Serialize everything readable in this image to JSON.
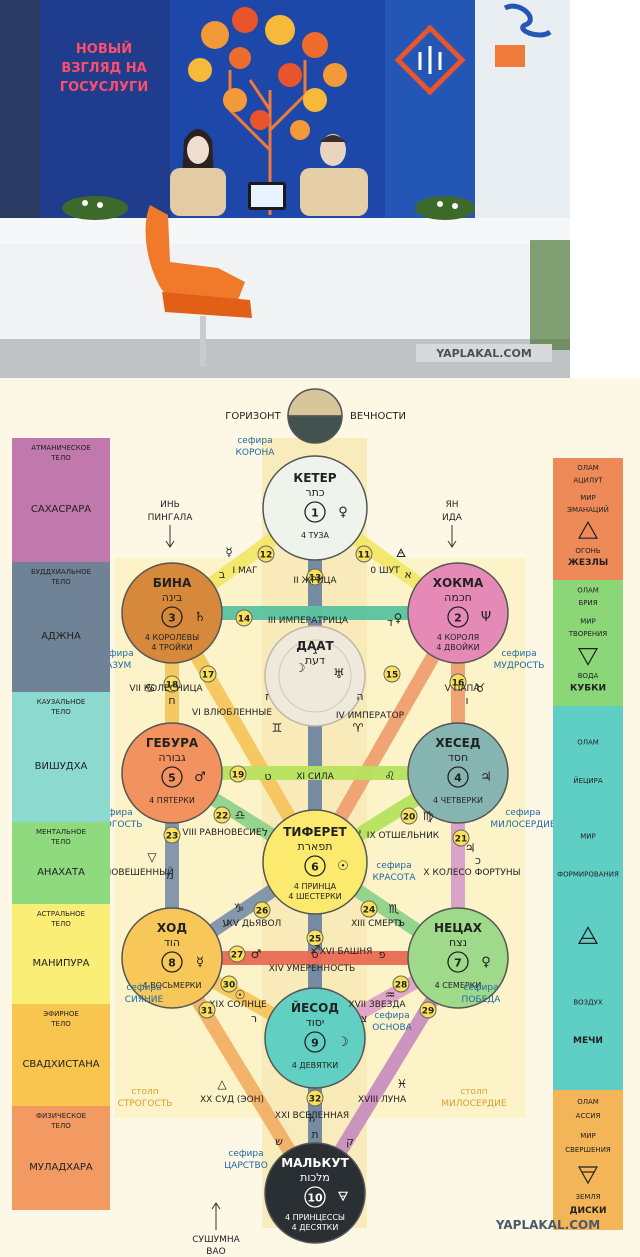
{
  "photo": {
    "banner_line1": "НОВЫЙ",
    "banner_line2": "ВЗГЛЯД НА",
    "banner_line3": "ГОСУСЛУГИ",
    "watermark": "YAPLAKAL.COM"
  },
  "diagram": {
    "horizon_left": "ГОРИЗОНТ",
    "horizon_right": "ВЕЧНОСТИ",
    "left_channel": {
      "l1": "ИНЬ",
      "l2": "ПИНГАЛА"
    },
    "right_channel": {
      "l1": "ЯН",
      "l2": "ИДА"
    },
    "bottom_channel": {
      "l1": "СУШУМНА",
      "l2": "ВАО"
    },
    "pillar_left": {
      "l1": "столп",
      "l2": "СТРОГОСТЬ"
    },
    "pillar_right": {
      "l1": "столп",
      "l2": "МИЛОСЕРДИЕ"
    },
    "watermark": "YAPLAKAL.COM",
    "colors": {
      "keter": "#eef4ec",
      "hokhma": "#e58ab6",
      "bina": "#d6883b",
      "daat": "#efe9dc",
      "hesed": "#86b5b1",
      "gevura": "#f2935f",
      "tiferet": "#fbea6d",
      "netzah": "#9fd98a",
      "hod": "#f7c859",
      "yesod": "#62cfc3",
      "malkut": "#2a2f34"
    },
    "left_bar": [
      {
        "line1": "АТМАНИЧЕСКОЕ",
        "line2": "ТЕЛО",
        "name": "САХАСРАРА",
        "color": "#c178ad"
      },
      {
        "line1": "БУДДХИАЛЬНОЕ",
        "line2": "ТЕЛО",
        "name": "АДЖНА",
        "color": "#6f8296"
      },
      {
        "line1": "КАУЗАЛЬНОЕ",
        "line2": "ТЕЛО",
        "name": "ВИШУДХА",
        "color": "#8cd9d0"
      },
      {
        "line1": "МЕНТАЛЬНОЕ",
        "line2": "ТЕЛО",
        "name": "АНАХАТА",
        "color": "#8fd97f"
      },
      {
        "line1": "АСТРАЛЬНОЕ",
        "line2": "ТЕЛО",
        "name": "МАНИПУРА",
        "color": "#fbee76"
      },
      {
        "line1": "ЭФИРНОЕ",
        "line2": "ТЕЛО",
        "name": "СВАДХИСТАНА",
        "color": "#f8c54f"
      },
      {
        "line1": "ФИЗИЧЕСКОЕ",
        "line2": "ТЕЛО",
        "name": "МУЛАДХАРА",
        "color": "#f39a63"
      }
    ],
    "right_bar": [
      {
        "olam": "ОЛАМ",
        "name": "АЦИЛУТ",
        "mir": "МИР",
        "world": "ЭМАНАЦИЙ",
        "element": "ОГОНЬ",
        "suit": "ЖЕЗЛЫ",
        "color": "#ee8a58"
      },
      {
        "olam": "ОЛАМ",
        "name": "БРИЯ",
        "mir": "МИР",
        "world": "ТВОРЕНИЯ",
        "element": "ВОДА",
        "suit": "КУБКИ",
        "color": "#8bd676"
      },
      {
        "olam": "ОЛАМ",
        "name": "ЙЕЦИРА",
        "mir": "МИР",
        "world": "ФОРМИРОВАНИЯ",
        "element": "ВОЗДУХ",
        "suit": "МЕЧИ",
        "color": "#5fcec4"
      },
      {
        "olam": "ОЛАМ",
        "name": "АССИЯ",
        "mir": "МИР",
        "world": "СВЕРШЕНИЯ",
        "element": "ЗЕМЛЯ",
        "suit": "ДИСКИ",
        "color": "#f3b557"
      }
    ],
    "sephirot": [
      {
        "key": "keter",
        "name": "КЕТЕР",
        "hebrew": "כתר",
        "num": "1",
        "sub1": "4 ТУЗА",
        "sub2": "",
        "glyph": "♀",
        "label1": "сефира",
        "label2": "КОРОНА"
      },
      {
        "key": "hokhma",
        "name": "ХОКМА",
        "hebrew": "חכמה",
        "num": "2",
        "sub1": "4 КОРОЛЯ",
        "sub2": "4 ДВОЙКИ",
        "glyph": "Ψ",
        "label1": "сефира",
        "label2": "МУДРОСТЬ"
      },
      {
        "key": "bina",
        "name": "БИНА",
        "hebrew": "בינה",
        "num": "3",
        "sub1": "4 КОРОЛЕВЫ",
        "sub2": "4 ТРОЙКИ",
        "glyph": "♄",
        "label1": "сефира",
        "label2": "РАЗУМ"
      },
      {
        "key": "daat",
        "name": "ДААТ",
        "hebrew": "דעת",
        "num": "",
        "sub1": "",
        "sub2": "",
        "glyph": "♅",
        "label1": "",
        "label2": ""
      },
      {
        "key": "hesed",
        "name": "ХЕСЕД",
        "hebrew": "חסד",
        "num": "4",
        "sub1": "4 ЧЕТВЕРКИ",
        "sub2": "",
        "glyph": "♃",
        "label1": "сефира",
        "label2": "МИЛОСЕРДИЕ"
      },
      {
        "key": "gevura",
        "name": "ГЕБУРА",
        "hebrew": "גבורה",
        "num": "5",
        "sub1": "4 ПЯТЕРКИ",
        "sub2": "",
        "glyph": "♂",
        "label1": "сефира",
        "label2": "СТРОГОСТЬ"
      },
      {
        "key": "tiferet",
        "name": "ТИФЕРЕТ",
        "hebrew": "תפארת",
        "num": "6",
        "sub1": "4 ПРИНЦА",
        "sub2": "4 ШЕСТЕРКИ",
        "glyph": "☉",
        "label1": "сефира",
        "label2": "КРАСОТА"
      },
      {
        "key": "netzah",
        "name": "НЕЦАХ",
        "hebrew": "נצח",
        "num": "7",
        "sub1": "4 СЕМЕРКИ",
        "sub2": "",
        "glyph": "♀",
        "label1": "сефира",
        "label2": "ПОБЕДА"
      },
      {
        "key": "hod",
        "name": "ХОД",
        "hebrew": "הוד",
        "num": "8",
        "sub1": "4 ВОСЬМЕРКИ",
        "sub2": "",
        "glyph": "☿",
        "label1": "сефира",
        "label2": "СИЯНИЕ"
      },
      {
        "key": "yesod",
        "name": "ЙЕСОД",
        "hebrew": "יסוד",
        "num": "9",
        "sub1": "4 ДЕВЯТКИ",
        "sub2": "",
        "glyph": "☽",
        "label1": "сефира",
        "label2": "ОСНОВА"
      },
      {
        "key": "malkut",
        "name": "МАЛЬКУТ",
        "hebrew": "מלכות",
        "num": "10",
        "sub1": "4 ПРИНЦЕССЫ",
        "sub2": "4 ДЕСЯТКИ",
        "glyph": "🜃",
        "label1": "сефира",
        "label2": "ЦАРСТВО"
      }
    ],
    "paths": [
      {
        "num": "11",
        "name": "0 ШУТ",
        "letter": "א",
        "sign": "🜁",
        "color": "#f2e86a"
      },
      {
        "num": "12",
        "name": "I МАГ",
        "letter": "ב",
        "sign": "☿",
        "color": "#f2e86a"
      },
      {
        "num": "13",
        "name": "II ЖРИЦА",
        "letter": "ג",
        "sign": "☽",
        "color": "#6e86a1"
      },
      {
        "num": "14",
        "name": "III ИМПЕРАТРИЦА",
        "letter": "ד",
        "sign": "♀",
        "color": "#59c3a0"
      },
      {
        "num": "15",
        "name": "IV ИМПЕРАТОР",
        "letter": "ה",
        "sign": "♈",
        "color": "#f0a070"
      },
      {
        "num": "16",
        "name": "V ПАПА",
        "letter": "ו",
        "sign": "♉",
        "color": "#f0a070"
      },
      {
        "num": "17",
        "name": "VI ВЛЮБЛЕННЫЕ",
        "letter": "ז",
        "sign": "♊",
        "color": "#f6c65c"
      },
      {
        "num": "18",
        "name": "VII КОЛЕСНИЦА",
        "letter": "ח",
        "sign": "♋",
        "color": "#f6c65c"
      },
      {
        "num": "19",
        "name": "XI СИЛА",
        "letter": "ט",
        "sign": "♌",
        "color": "#b8e35e"
      },
      {
        "num": "20",
        "name": "IX ОТШЕЛЬНИК",
        "letter": "י",
        "sign": "♍",
        "color": "#b8e35e"
      },
      {
        "num": "21",
        "name": "X КОЛЕСО ФОРТУНЫ",
        "letter": "כ",
        "sign": "♃",
        "color": "#d9a0c8"
      },
      {
        "num": "22",
        "name": "VIII РАВНОВЕСИЕ",
        "letter": "ל",
        "sign": "♎",
        "color": "#8fd38a"
      },
      {
        "num": "23",
        "name": "XII ПОВЕШЕННЫЙ",
        "letter": "מ",
        "sign": "▽",
        "color": "#7e93aa"
      },
      {
        "num": "24",
        "name": "XIII СМЕРТЬ",
        "letter": "נ",
        "sign": "♏",
        "color": "#8fd38a"
      },
      {
        "num": "25",
        "name": "XIV УМЕРЕННОСТЬ",
        "letter": "ס",
        "sign": "♐",
        "color": "#6e86a1"
      },
      {
        "num": "26",
        "name": "XV ДЬЯВОЛ",
        "letter": "ע",
        "sign": "♑",
        "color": "#7e93aa"
      },
      {
        "num": "27",
        "name": "XVI БАШНЯ",
        "letter": "פ",
        "sign": "♂",
        "color": "#ea6b55"
      },
      {
        "num": "28",
        "name": "XVII ЗВЕЗДА",
        "letter": "צ",
        "sign": "♒",
        "color": "#e0a3c8"
      },
      {
        "num": "29",
        "name": "XVIII ЛУНА",
        "letter": "ק",
        "sign": "♓",
        "color": "#c990bf"
      },
      {
        "num": "30",
        "name": "XIX СОЛНЦЕ",
        "letter": "ר",
        "sign": "☉",
        "color": "#f6c65c"
      },
      {
        "num": "31",
        "name": "XX СУД (ЭОН)",
        "letter": "ש",
        "sign": "△",
        "color": "#f3b067"
      },
      {
        "num": "32",
        "name": "XXI ВСЕЛЕННАЯ",
        "letter": "ת",
        "sign": "♄",
        "color": "#6e86a1"
      }
    ]
  }
}
